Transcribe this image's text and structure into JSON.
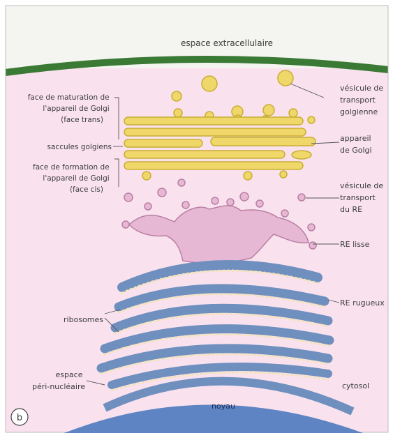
{
  "figure_label": "b",
  "labels": {
    "extracellular": "espace extracellulaire",
    "golgi_vesicle": [
      "vésicule de",
      "transport",
      "golgienne"
    ],
    "golgi_apparatus": [
      "appareil",
      "de Golgi"
    ],
    "er_vesicle": [
      "vésicule de",
      "transport",
      "du RE"
    ],
    "smooth_er": "RE lisse",
    "rough_er": "RE rugueux",
    "trans_face": [
      "face de maturation de",
      "l'appareil de Golgi",
      "(face trans)"
    ],
    "saccules": "saccules golgiens",
    "cis_face": [
      "face de formation de",
      "l'appareil de Golgi",
      "(face cis)"
    ],
    "ribosomes": "ribosomes",
    "perinuclear": [
      "espace",
      "péri-nucléaire"
    ],
    "cytosol": "cytosol",
    "nucleus": "noyau"
  },
  "colors": {
    "background": "#f9e2ee",
    "membrane": "#3a7a35",
    "extracellular_bg": "#f4f4f0",
    "golgi": "#efd76a",
    "golgi_stroke": "#c9ad32",
    "smooth_er": "#e7b8d4",
    "smooth_er_stroke": "#b97fa4",
    "rough_er": "#6f8fbf",
    "ribosome": "#f3e3b8",
    "nucleus": "#5e84c4",
    "leader": "#555555"
  }
}
